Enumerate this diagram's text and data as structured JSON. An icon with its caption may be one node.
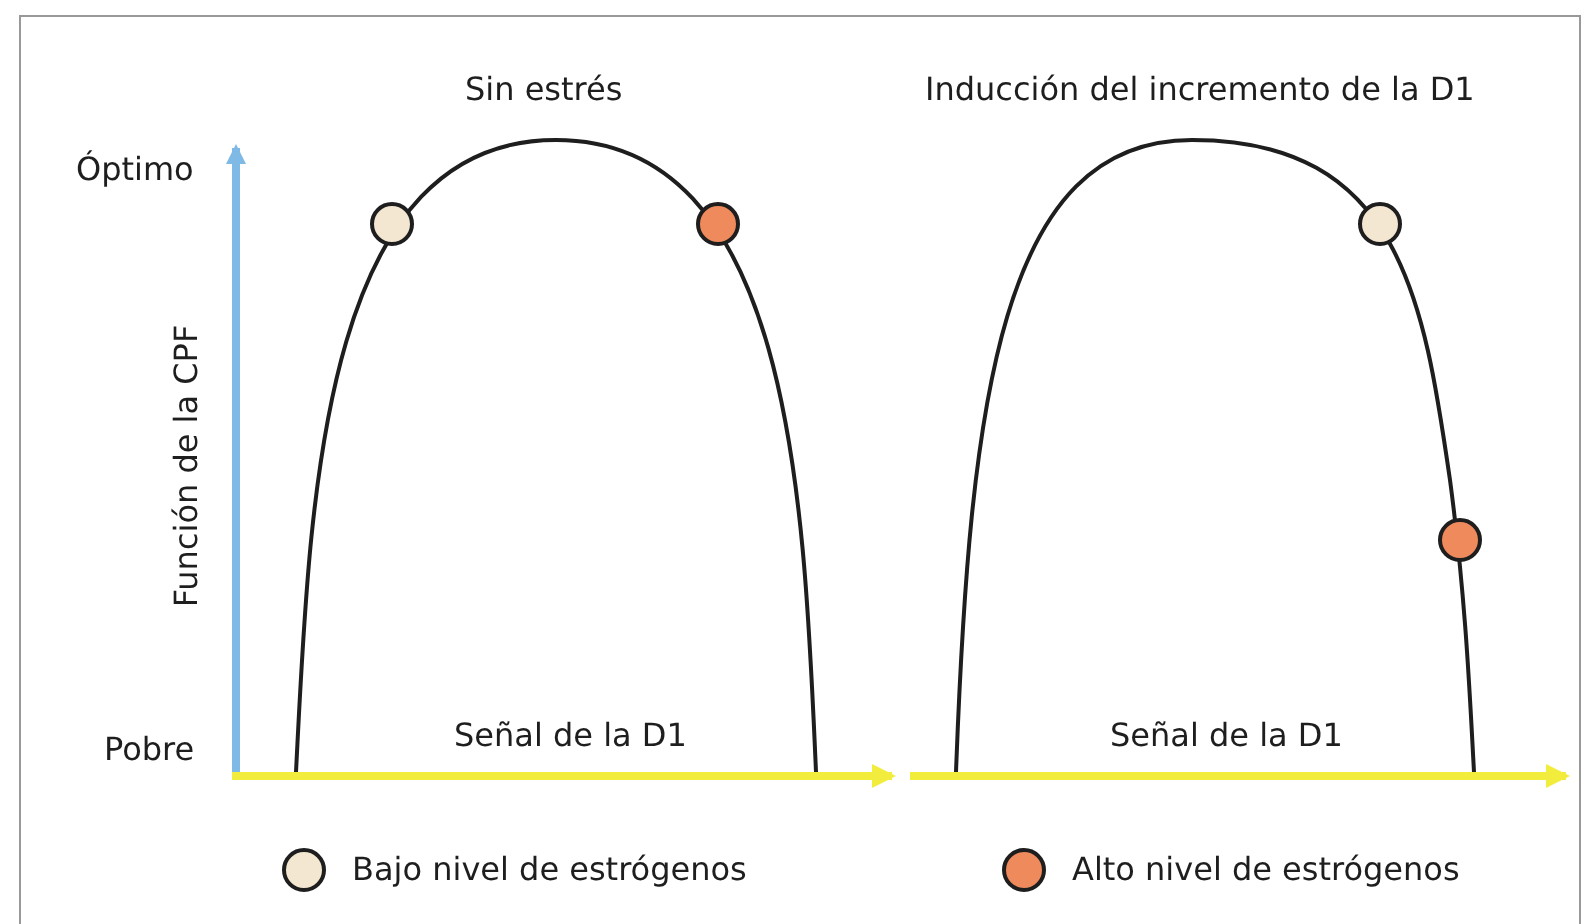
{
  "diagram": {
    "labels": [
      "Sin estrés",
      "Inducción del incremento de la D1",
      "Óptimo",
      "Pobre",
      "Función de la CPF",
      "Señal de la D1",
      "Señal de la D1"
    ],
    "legend": [
      {
        "text": "Bajo nivel de estrógenos",
        "color": "#f4e7d1"
      },
      {
        "text": "Alto nivel de estrógenos",
        "color": "#ef8a5c"
      }
    ]
  }
}
